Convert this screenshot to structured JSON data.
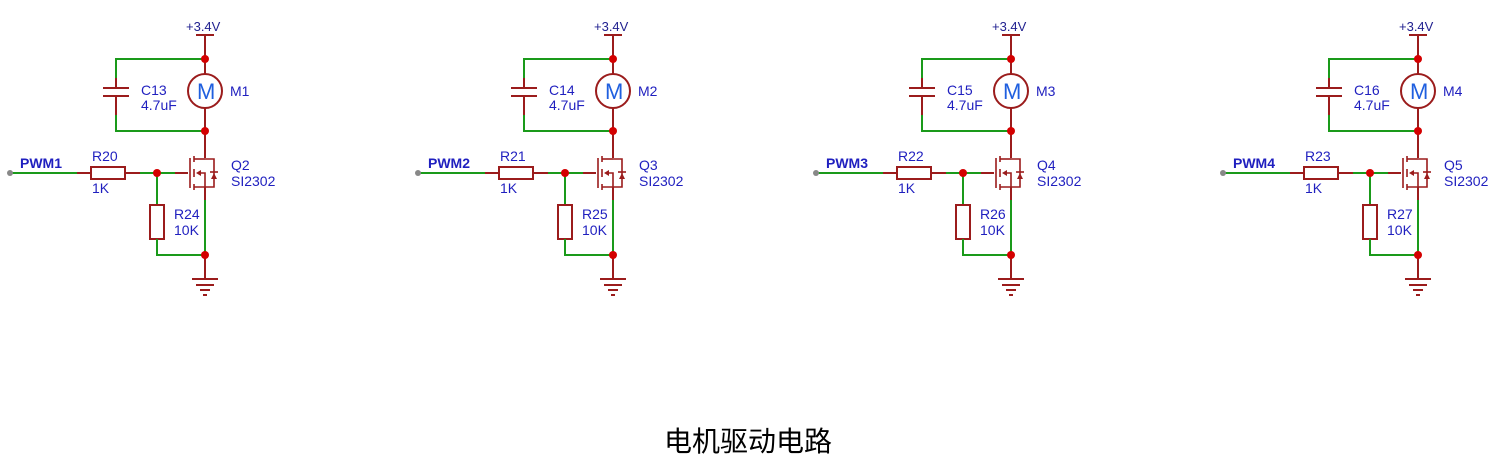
{
  "title": "电机驱动电路",
  "colors": {
    "wire": "#1a9a1a",
    "part": "#9b1c1c",
    "junction": "#d40000",
    "label": "#1f1fbf"
  },
  "circuits": [
    {
      "net": "PWM1",
      "supply": "+3.4V",
      "cap": {
        "ref": "C13",
        "value": "4.7uF"
      },
      "motor": {
        "ref": "M1",
        "symbol": "M"
      },
      "r_gate": {
        "ref": "R20",
        "value": "1K"
      },
      "r_pull": {
        "ref": "R24",
        "value": "10K"
      },
      "fet": {
        "ref": "Q2",
        "part": "SI2302"
      }
    },
    {
      "net": "PWM2",
      "supply": "+3.4V",
      "cap": {
        "ref": "C14",
        "value": "4.7uF"
      },
      "motor": {
        "ref": "M2",
        "symbol": "M"
      },
      "r_gate": {
        "ref": "R21",
        "value": "1K"
      },
      "r_pull": {
        "ref": "R25",
        "value": "10K"
      },
      "fet": {
        "ref": "Q3",
        "part": "SI2302"
      }
    },
    {
      "net": "PWM3",
      "supply": "+3.4V",
      "cap": {
        "ref": "C15",
        "value": "4.7uF"
      },
      "motor": {
        "ref": "M3",
        "symbol": "M"
      },
      "r_gate": {
        "ref": "R22",
        "value": "1K"
      },
      "r_pull": {
        "ref": "R26",
        "value": "10K"
      },
      "fet": {
        "ref": "Q4",
        "part": "SI2302"
      }
    },
    {
      "net": "PWM4",
      "supply": "+3.4V",
      "cap": {
        "ref": "C16",
        "value": "4.7uF"
      },
      "motor": {
        "ref": "M4",
        "symbol": "M"
      },
      "r_gate": {
        "ref": "R23",
        "value": "1K"
      },
      "r_pull": {
        "ref": "R27",
        "value": "10K"
      },
      "fet": {
        "ref": "Q5",
        "part": "SI2302"
      }
    }
  ]
}
